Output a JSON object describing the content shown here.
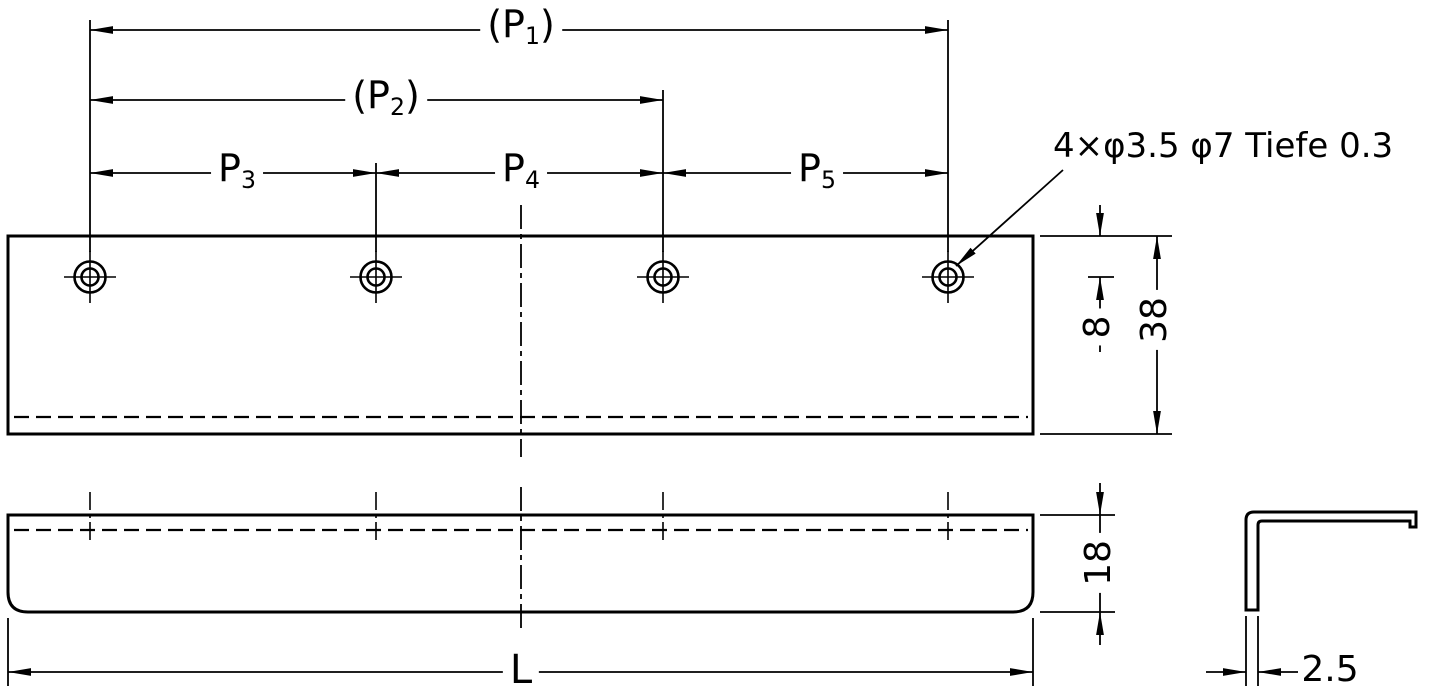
{
  "drawing": {
    "background_color": "#ffffff",
    "line_color": "#000000",
    "type": "technical-drawing"
  },
  "labels": {
    "p1": {
      "pre": "(P",
      "sub": "1",
      "post": ")"
    },
    "p2": {
      "pre": "(P",
      "sub": "2",
      "post": ")"
    },
    "p3": {
      "pre": "P",
      "sub": "3",
      "post": ""
    },
    "p4": {
      "pre": "P",
      "sub": "4",
      "post": ""
    },
    "p5": {
      "pre": "P",
      "sub": "5",
      "post": ""
    },
    "offset_top": "8",
    "plate_depth": "38",
    "front_height": "18",
    "overall_length": "L",
    "thickness": "2.5",
    "hole_note": "4×φ3.5 φ7  Tiefe 0.3"
  }
}
